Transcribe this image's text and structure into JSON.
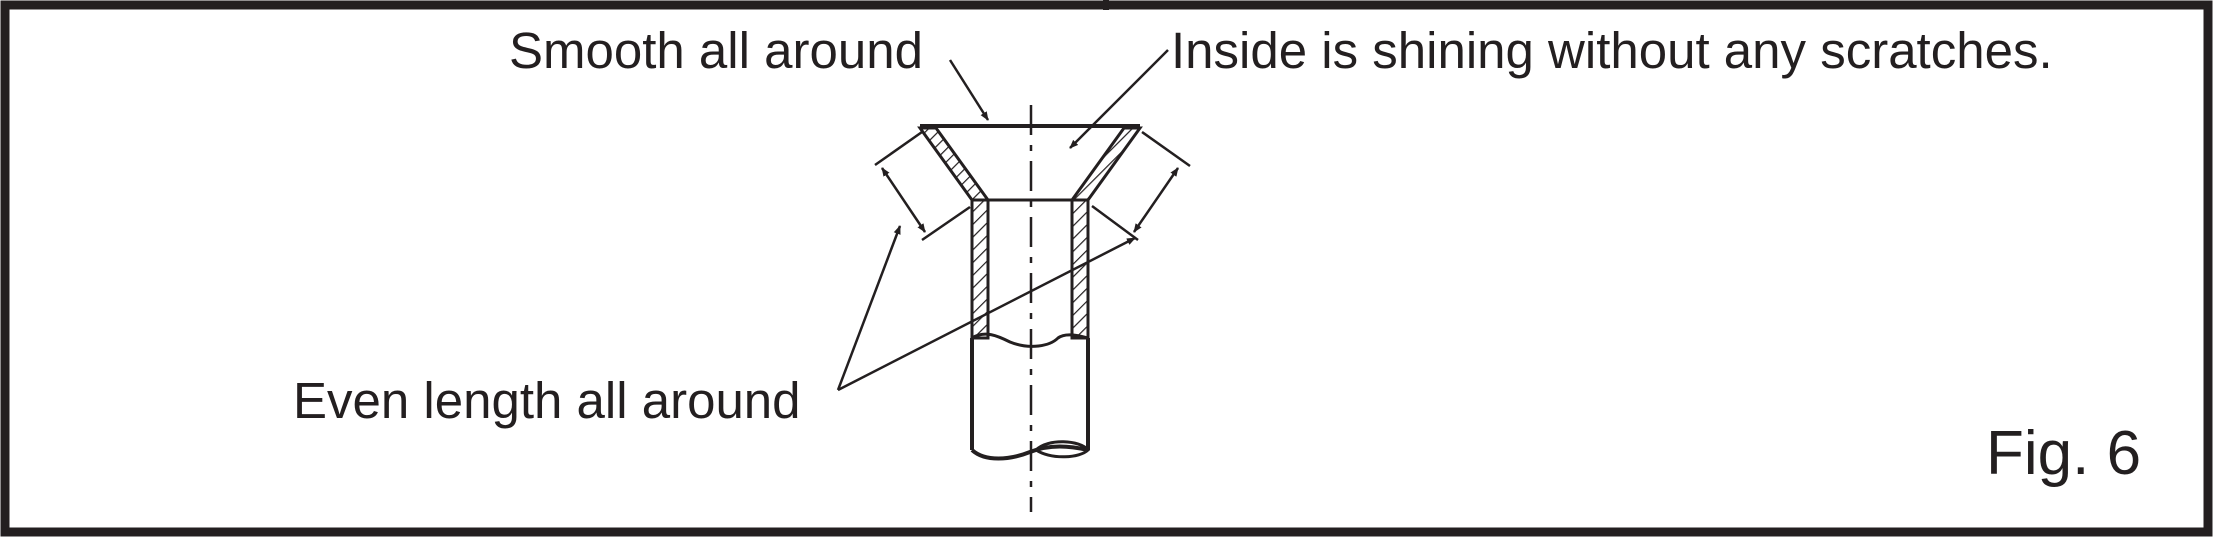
{
  "figure": {
    "caption": "Fig. 6",
    "labels": {
      "smooth": "Smooth all around",
      "inside": "Inside is shining without any scratches.",
      "even_length": "Even length all around"
    },
    "colors": {
      "ink": "#231f20",
      "background": "#ffffff"
    }
  }
}
